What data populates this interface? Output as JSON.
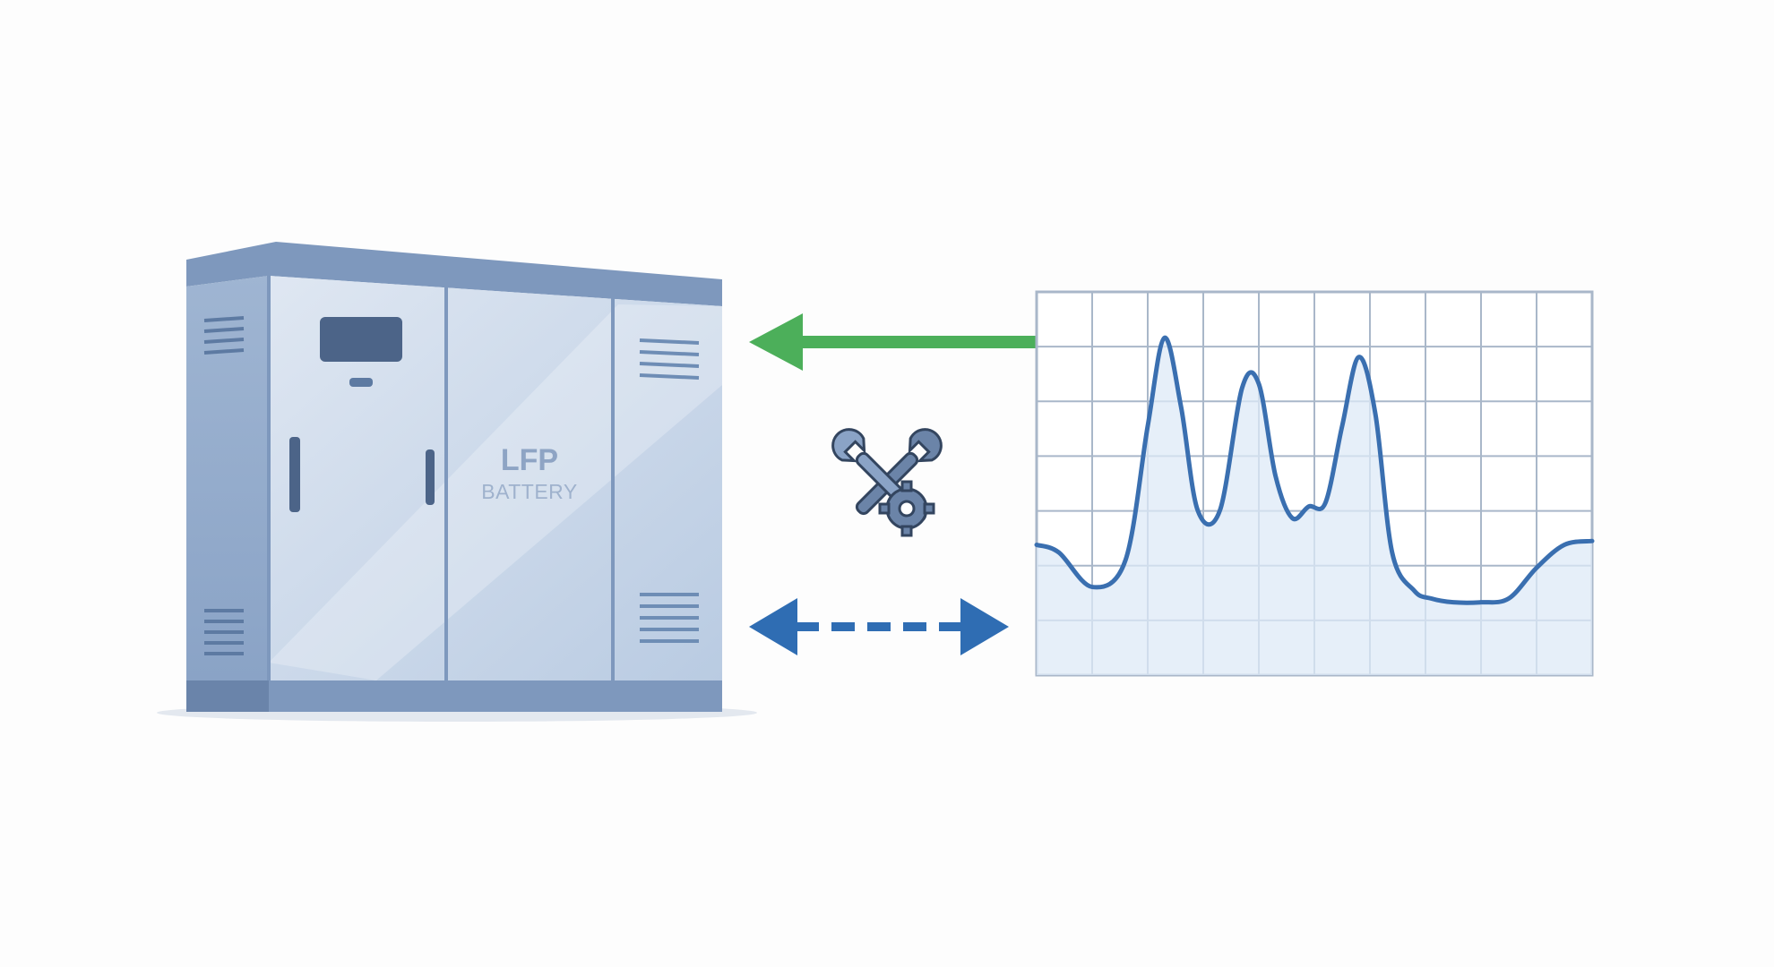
{
  "battery": {
    "label_main": "LFP",
    "label_sub": "BATTERY"
  },
  "icons": {
    "battery_cabinet": "battery-cabinet-icon",
    "tools": "wrench-gear-icon",
    "signal_arrow": "arrow-left-icon",
    "exchange_arrow": "double-arrow-dashed-icon",
    "load_chart": "load-profile-chart"
  },
  "colors": {
    "cabinet": "#c9d6e8",
    "cabinet_dark": "#6e8db5",
    "green_arrow": "#4caf5a",
    "blue_arrow": "#2f6db3",
    "curve": "#3a6fb0",
    "grid": "#a9b7c9"
  },
  "chart_data": {
    "type": "line",
    "title": "",
    "xlabel": "",
    "ylabel": "",
    "xlim": [
      0,
      10
    ],
    "ylim": [
      0,
      10
    ],
    "grid": true,
    "series": [
      {
        "x": [
          0,
          0.4,
          1.0,
          1.6,
          2.0,
          2.3,
          2.6,
          2.9,
          3.3,
          3.7,
          4.0,
          4.3,
          4.6,
          4.9,
          5.2,
          5.5,
          5.8,
          6.1,
          6.4,
          6.8,
          7.1,
          7.5,
          8.0,
          8.5,
          9.0,
          9.5,
          10.0
        ],
        "values": [
          3.4,
          3.2,
          2.3,
          3.0,
          6.5,
          8.8,
          7.0,
          4.3,
          4.3,
          7.5,
          7.6,
          5.2,
          4.1,
          4.4,
          4.5,
          6.5,
          8.3,
          6.8,
          3.2,
          2.2,
          2.0,
          1.9,
          1.9,
          2.0,
          2.8,
          3.4,
          3.5
        ]
      }
    ]
  }
}
